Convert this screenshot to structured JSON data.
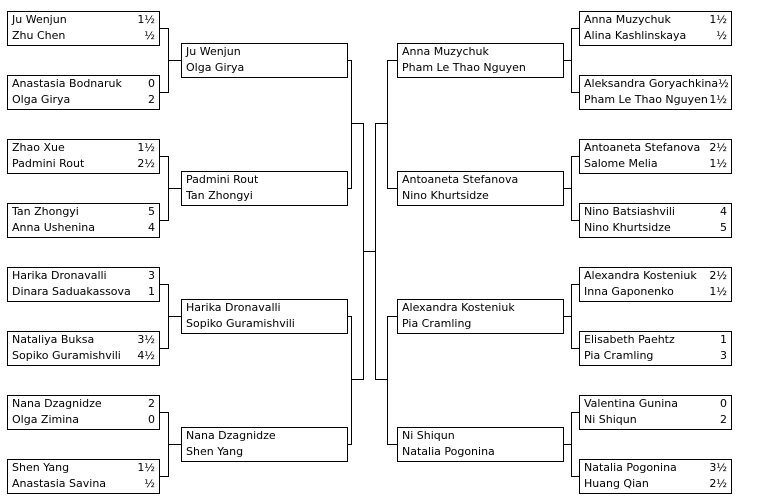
{
  "left": {
    "r1": [
      {
        "p1": "Ju Wenjun",
        "s1": "1½",
        "p2": "Zhu Chen",
        "s2": "½"
      },
      {
        "p1": "Anastasia Bodnaruk",
        "s1": "0",
        "p2": "Olga Girya",
        "s2": "2"
      },
      {
        "p1": "Zhao Xue",
        "s1": "1½",
        "p2": "Padmini Rout",
        "s2": "2½"
      },
      {
        "p1": "Tan Zhongyi",
        "s1": "5",
        "p2": "Anna Ushenina",
        "s2": "4"
      },
      {
        "p1": "Harika Dronavalli",
        "s1": "3",
        "p2": "Dinara Saduakassova",
        "s2": "1"
      },
      {
        "p1": "Nataliya Buksa",
        "s1": "3½",
        "p2": "Sopiko Guramishvili",
        "s2": "4½"
      },
      {
        "p1": "Nana Dzagnidze",
        "s1": "2",
        "p2": "Olga Zimina",
        "s2": "0"
      },
      {
        "p1": "Shen Yang",
        "s1": "1½",
        "p2": "Anastasia Savina",
        "s2": "½"
      }
    ],
    "r2": [
      {
        "p1": "Ju Wenjun",
        "p2": "Olga Girya"
      },
      {
        "p1": "Padmini Rout",
        "p2": "Tan Zhongyi"
      },
      {
        "p1": "Harika Dronavalli",
        "p2": "Sopiko Guramishvili"
      },
      {
        "p1": "Nana Dzagnidze",
        "p2": "Shen Yang"
      }
    ]
  },
  "right": {
    "r1": [
      {
        "p1": "Anna Muzychuk",
        "s1": "1½",
        "p2": "Alina Kashlinskaya",
        "s2": "½"
      },
      {
        "p1": "Aleksandra Goryachkina",
        "s1": "½",
        "p2": "Pham Le Thao Nguyen",
        "s2": "1½"
      },
      {
        "p1": "Antoaneta Stefanova",
        "s1": "2½",
        "p2": "Salome Melia",
        "s2": "1½"
      },
      {
        "p1": "Nino Batsiashvili",
        "s1": "4",
        "p2": "Nino Khurtsidze",
        "s2": "5"
      },
      {
        "p1": "Alexandra Kosteniuk",
        "s1": "2½",
        "p2": "Inna Gaponenko",
        "s2": "1½"
      },
      {
        "p1": "Elisabeth Paehtz",
        "s1": "1",
        "p2": "Pia Cramling",
        "s2": "3"
      },
      {
        "p1": "Valentina Gunina",
        "s1": "0",
        "p2": "Ni Shiqun",
        "s2": "2"
      },
      {
        "p1": "Natalia Pogonina",
        "s1": "3½",
        "p2": "Huang Qian",
        "s2": "2½"
      }
    ],
    "r2": [
      {
        "p1": "Anna Muzychuk",
        "p2": "Pham Le Thao Nguyen"
      },
      {
        "p1": "Antoaneta Stefanova",
        "p2": "Nino Khurtsidze"
      },
      {
        "p1": "Alexandra Kosteniuk",
        "p2": "Pia Cramling"
      },
      {
        "p1": "Ni Shiqun",
        "p2": "Natalia Pogonina"
      }
    ]
  }
}
